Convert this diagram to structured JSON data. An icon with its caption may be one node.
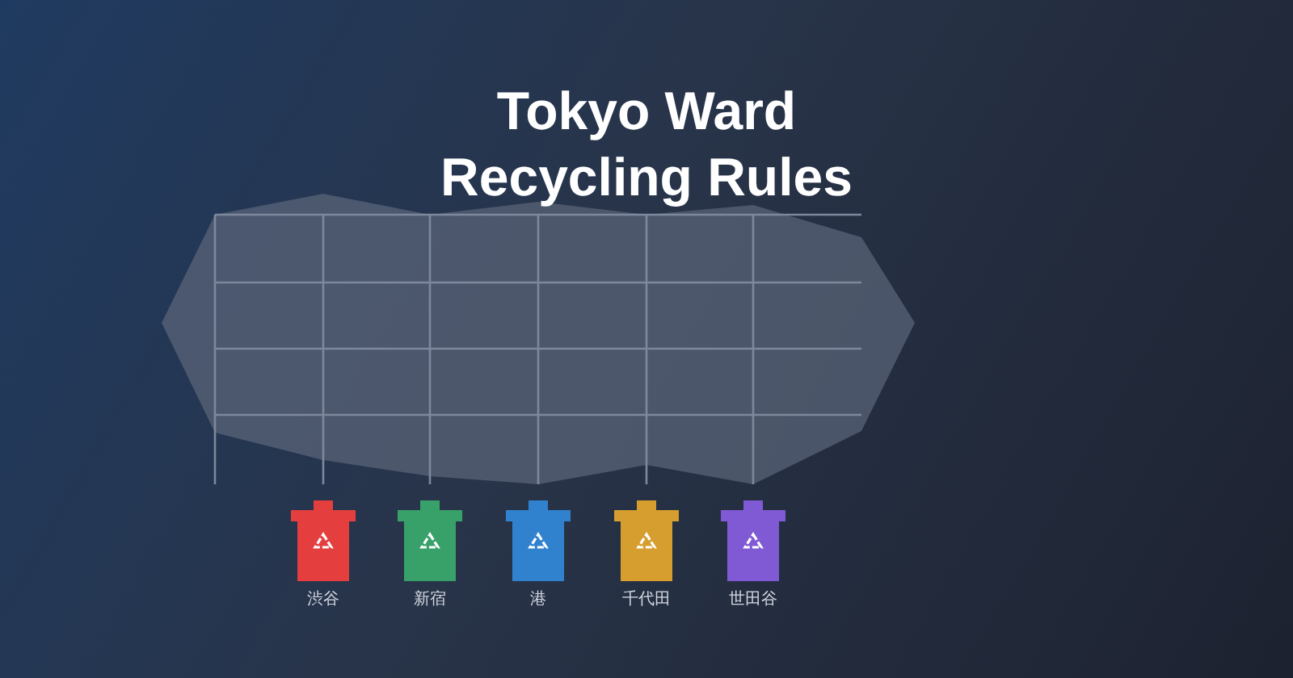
{
  "diagram": {
    "title": "Tokyo Ward Recycling Rules",
    "nodes": [
      {
        "text": [
          "渋谷"
        ]
      },
      {
        "text": [
          "新宿"
        ]
      },
      {
        "text": [
          "港"
        ]
      },
      {
        "text": [
          "千代田"
        ]
      },
      {
        "text": [
          "世田谷"
        ]
      }
    ]
  }
}
